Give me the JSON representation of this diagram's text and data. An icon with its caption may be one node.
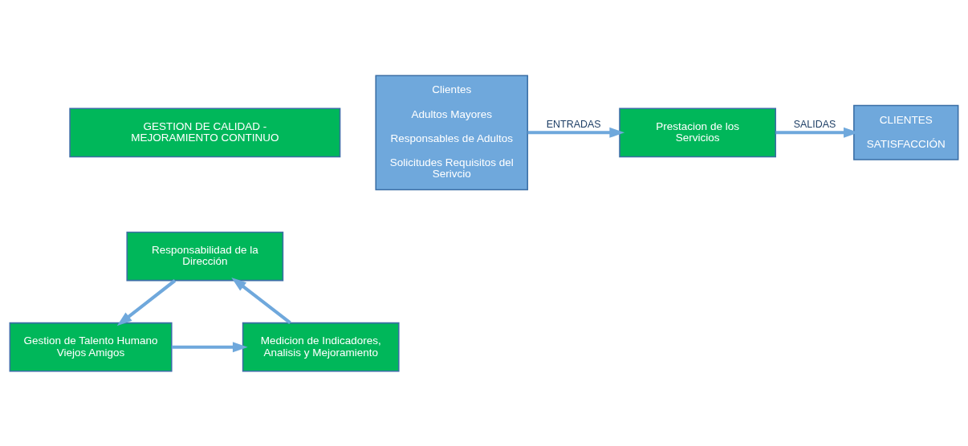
{
  "diagram": {
    "nodes": [
      {
        "text": [
          "GESTION DE CALIDAD - MEJORAMIENTO CONTINUO"
        ]
      },
      {
        "text": [
          "Clientes",
          "Adultos Mayores",
          "Responsables de Adultos",
          "Solicitudes Requisitos del Serivcio"
        ]
      },
      {
        "text": [
          "Responsabilidad de la Dirección"
        ]
      },
      {
        "text": [
          "Gestion de Talento Humano Viejos Amigos"
        ]
      },
      {
        "text": [
          "Medicion de Indicadores, Analisis y Mejoramiento"
        ]
      },
      {
        "text": [
          "Prestacion de los Servicios"
        ]
      },
      {
        "text": [
          "CLIENTES",
          "SATISFACCIÓN"
        ]
      }
    ],
    "edges": [
      {
        "from": 2,
        "to": 3,
        "arrow": "to"
      },
      {
        "from": 3,
        "to": 4,
        "arrow": "to"
      },
      {
        "from": 4,
        "to": 2,
        "arrow": "to"
      },
      {
        "from": 1,
        "to": 5,
        "arrow": "to",
        "label": "ENTRADAS"
      },
      {
        "from": 5,
        "to": 6,
        "arrow": "to",
        "label": "SALIDAS"
      }
    ]
  }
}
